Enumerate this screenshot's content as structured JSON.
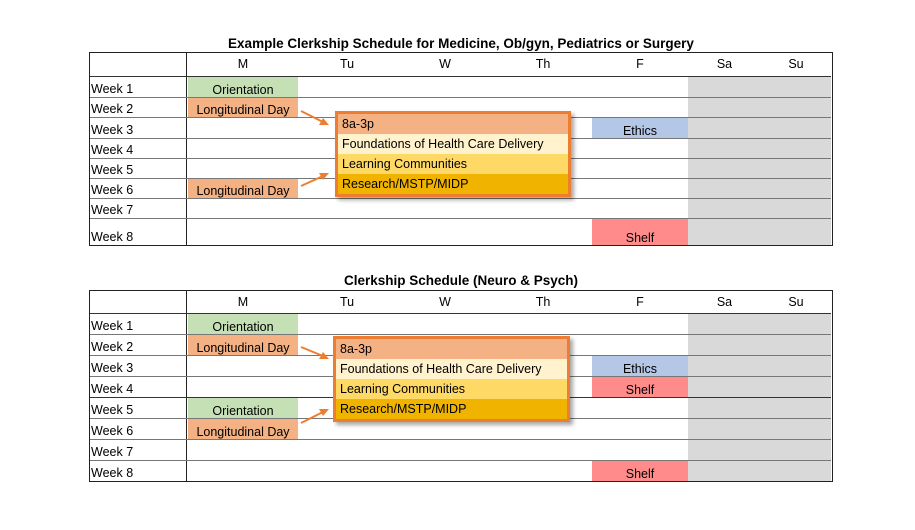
{
  "days": [
    "M",
    "Tu",
    "W",
    "Th",
    "F",
    "Sa",
    "Su"
  ],
  "weeks": [
    "Week 1",
    "Week 2",
    "Week 3",
    "Week 4",
    "Week 5",
    "Week 6",
    "Week 7",
    "Week 8"
  ],
  "colors": {
    "orientation": "#c5e0b4",
    "longitudinal": "#f4b183",
    "ethics": "#b4c7e7",
    "shelf": "#ff8b8b",
    "weekend": "#d9d9d9",
    "callout_border": "#ed7d31"
  },
  "table1": {
    "title": "Example Clerkship Schedule for Medicine, Ob/gyn, Pediatrics or Surgery",
    "events": {
      "week1_M": "Orientation",
      "week2_M": "Longitudinal Day",
      "week6_M": "Longitudinal Day",
      "week3_F": "Ethics",
      "week8_F": "Shelf"
    },
    "callout": [
      "8a-3p",
      "Foundations of Health Care Delivery",
      "Learning Communities",
      "Research/MSTP/MIDP"
    ]
  },
  "table2": {
    "title": "Clerkship Schedule (Neuro & Psych)",
    "events": {
      "week1_M": "Orientation",
      "week2_M": "Longitudinal Day",
      "week5_M": "Orientation",
      "week6_M": "Longitudinal Day",
      "week3_F": "Ethics",
      "week4_F": "Shelf",
      "week8_F": "Shelf"
    },
    "callout": [
      "8a-3p",
      "Foundations of Health Care Delivery",
      "Learning Communities",
      "Research/MSTP/MIDP"
    ]
  }
}
